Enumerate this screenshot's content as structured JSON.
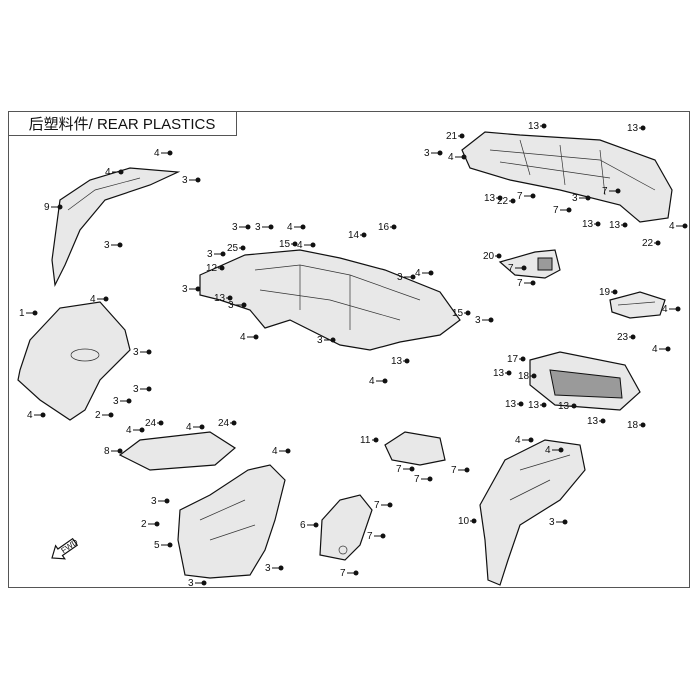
{
  "title": "后塑料件/ REAR PLASTICS",
  "fwd_arrow_label": "FWD",
  "callouts": [
    "13",
    "13",
    "21",
    "3",
    "4",
    "13",
    "22",
    "7",
    "7",
    "3",
    "7",
    "13",
    "13",
    "4",
    "22",
    "4",
    "4",
    "3",
    "9",
    "3",
    "3",
    "3",
    "4",
    "14",
    "16",
    "3",
    "25",
    "15",
    "4",
    "12",
    "3",
    "4",
    "3",
    "13",
    "3",
    "15",
    "3",
    "4",
    "3",
    "13",
    "4",
    "20",
    "7",
    "7",
    "19",
    "4",
    "23",
    "4",
    "4",
    "1",
    "3",
    "3",
    "3",
    "4",
    "2",
    "17",
    "13",
    "18",
    "13",
    "13",
    "13",
    "13",
    "18",
    "4",
    "4",
    "24",
    "24",
    "8",
    "11",
    "7",
    "7",
    "7",
    "4",
    "4",
    "4",
    "3",
    "2",
    "5",
    "3",
    "3",
    "6",
    "7",
    "7",
    "7",
    "10",
    "3"
  ]
}
